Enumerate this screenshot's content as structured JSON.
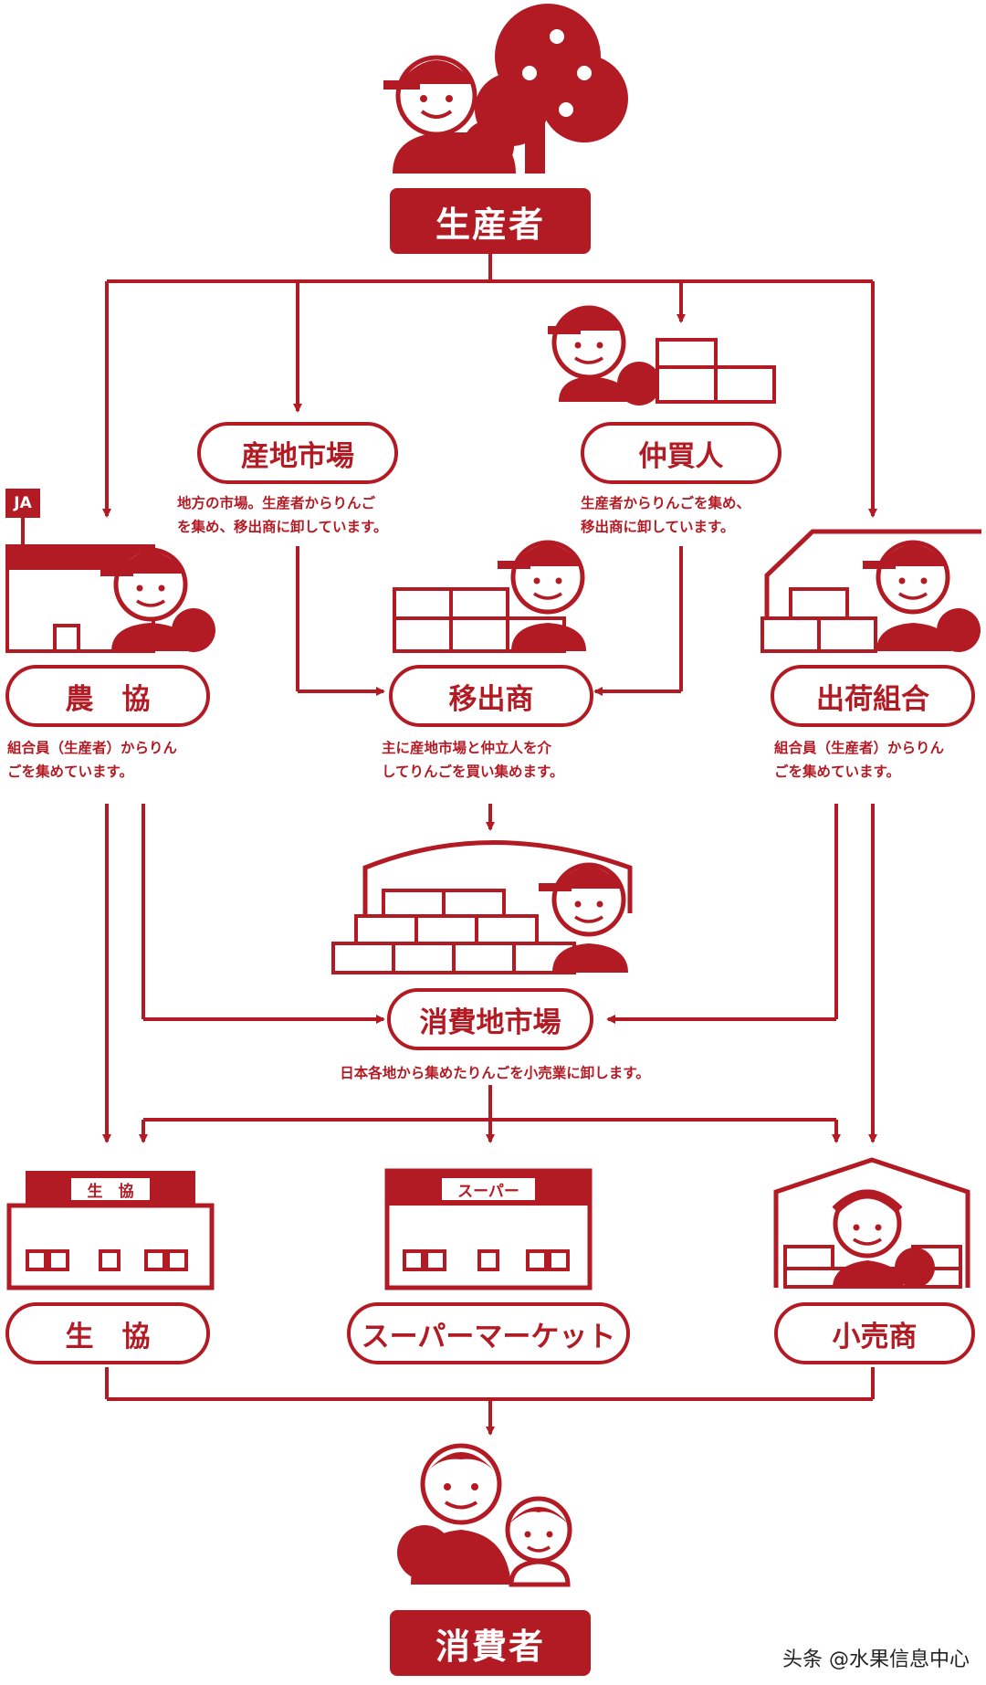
{
  "nodes": {
    "producer": "生産者",
    "local_market": "産地市場",
    "broker": "仲買人",
    "ja": "農　協",
    "shipper": "移出商",
    "shipping_union": "出荷組合",
    "consumer_market": "消費地市場",
    "coop": "生　協",
    "supermarket": "スーパーマーケット",
    "retailer": "小売商",
    "consumer": "消費者"
  },
  "descriptions": {
    "local_market": [
      "地方の市場。生産者からりんご",
      "を集め、移出商に卸しています。"
    ],
    "broker": [
      "生産者からりんごを集め、",
      "移出商に卸しています。"
    ],
    "ja": [
      "組合員（生産者）からりん",
      "ごを集めています。"
    ],
    "shipper": [
      "主に産地市場と仲立人を介",
      "してりんごを買い集めます。"
    ],
    "shipping_union": [
      "組合員（生産者）からりん",
      "ごを集めています。"
    ],
    "consumer_market": [
      "日本各地から集めたりんごを小売業に卸します。"
    ]
  },
  "signs": {
    "ja": "JA",
    "coop": "生　協",
    "super": "スーパー"
  },
  "watermark": "头条 @水果信息中心",
  "colors": {
    "accent": "#b31b24"
  }
}
